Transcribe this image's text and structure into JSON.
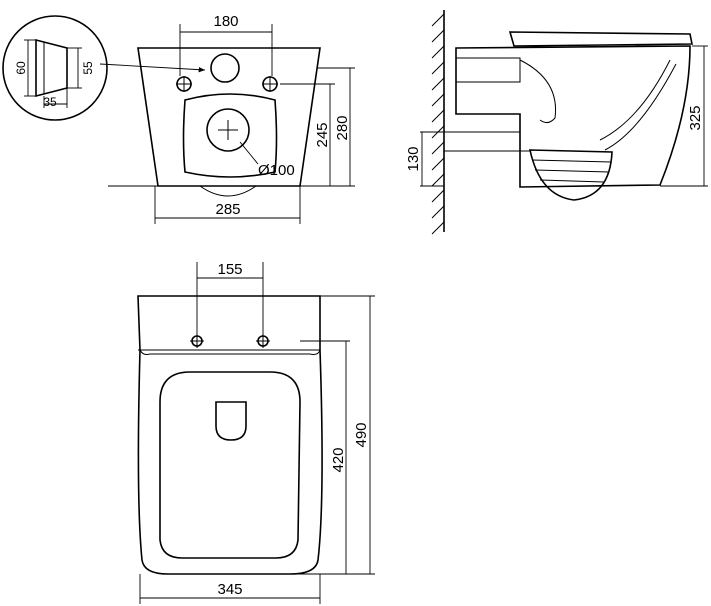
{
  "front_view": {
    "dim_outlet_spacing": "180",
    "dim_width": "285",
    "dim_flange_height": "245",
    "dim_total_height": "280",
    "dim_outlet_diameter": "Ø100"
  },
  "detail_inset": {
    "dim_left": "60",
    "dim_right": "55",
    "dim_bottom": "35"
  },
  "side_view": {
    "dim_floor_height": "130",
    "dim_height": "325"
  },
  "top_view": {
    "dim_bolt_spacing": "155",
    "dim_width": "345",
    "dim_length_inner": "420",
    "dim_length_total": "490"
  }
}
